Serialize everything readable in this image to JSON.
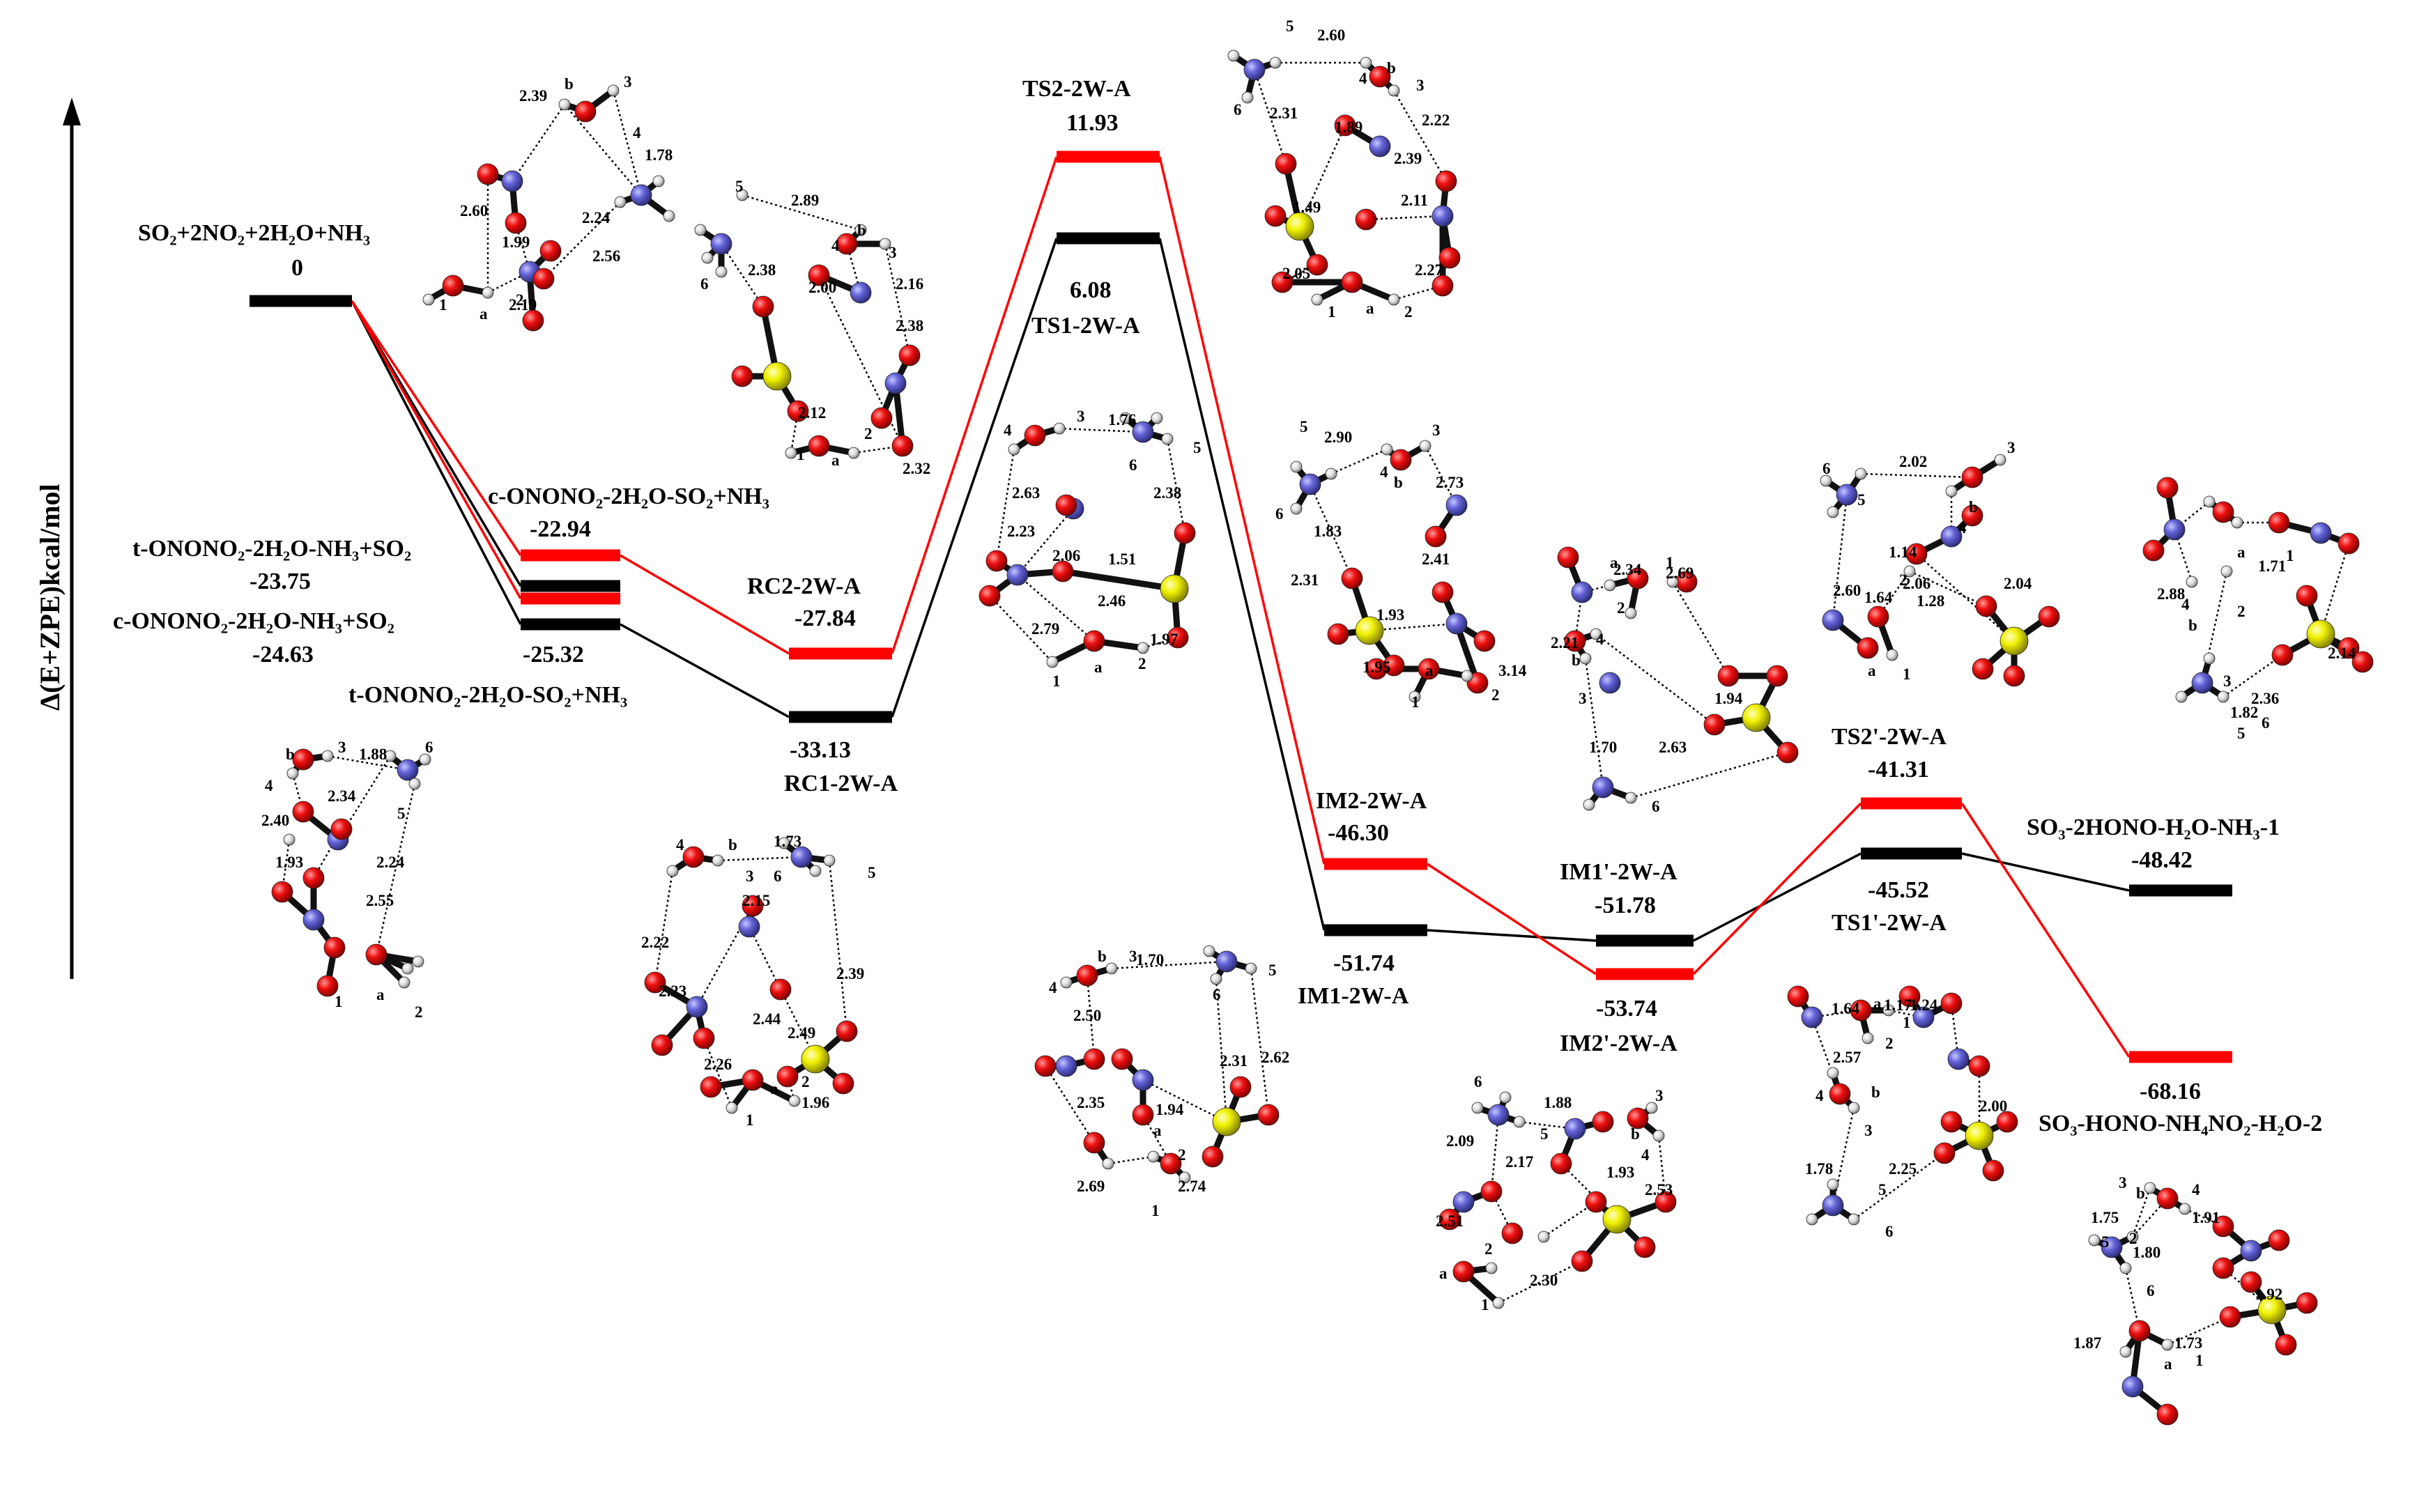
{
  "axis": {
    "ylabel": "Δ(E+ZPE)kcal/mol"
  },
  "colors": {
    "black_path": "#000000",
    "red_path": "#ff0000",
    "O": "#e00000",
    "N": "#5a5ac8",
    "S": "#e6e600",
    "H": "#e0e0e0"
  },
  "levels": [
    {
      "id": "reactants",
      "label": "SO₂+2NO₂+2H₂O+NH₃",
      "energy": "0",
      "color": "black"
    },
    {
      "id": "c1",
      "label": "c-ONONO₂-2H₂O-SO₂+NH₃",
      "energy": "-22.94",
      "color": "red"
    },
    {
      "id": "c2",
      "label": "t-ONONO₂-2H₂O-NH₃+SO₂",
      "energy": "-23.75",
      "color": "black"
    },
    {
      "id": "c3",
      "label": "c-ONONO₂-2H₂O-NH₃+SO₂",
      "energy": "-24.63",
      "color": "red"
    },
    {
      "id": "c4",
      "label": "t-ONONO₂-2H₂O-SO₂+NH₃",
      "energy": "-25.32",
      "color": "black"
    },
    {
      "id": "rc2",
      "label": "RC2-2W-A",
      "energy": "-27.84",
      "color": "red"
    },
    {
      "id": "rc1",
      "label": "RC1-2W-A",
      "energy": "-33.13",
      "color": "black"
    },
    {
      "id": "ts2",
      "label": "TS2-2W-A",
      "energy": "11.93",
      "color": "red"
    },
    {
      "id": "ts1",
      "label": "TS1-2W-A",
      "energy": "6.08",
      "color": "black"
    },
    {
      "id": "im2",
      "label": "IM2-2W-A",
      "energy": "-46.30",
      "color": "red"
    },
    {
      "id": "im1",
      "label": "IM1-2W-A",
      "energy": "-51.74",
      "color": "black"
    },
    {
      "id": "im1p",
      "label": "IM1'-2W-A",
      "energy": "-51.78",
      "color": "black"
    },
    {
      "id": "im2p",
      "label": "IM2'-2W-A",
      "energy": "-53.74",
      "color": "red"
    },
    {
      "id": "ts2p",
      "label": "TS2'-2W-A",
      "energy": "-41.31",
      "color": "red"
    },
    {
      "id": "ts1p",
      "label": "TS1'-2W-A",
      "energy": "-45.52",
      "color": "black"
    },
    {
      "id": "p1",
      "label": "SO₃-2HONO-H₂O-NH₃-1",
      "energy": "-48.42",
      "color": "black"
    },
    {
      "id": "p2",
      "label": "SO₃-HONO-NH₄NO₂-H₂O-2",
      "energy": "-68.16",
      "color": "red"
    }
  ],
  "distances": {
    "s1": [
      "2.39",
      "1.78",
      "2.60",
      "1.99",
      "2.24",
      "2.56",
      "2.19"
    ],
    "s2": [
      "2.89",
      "2.38",
      "2.00",
      "2.16",
      "2.38",
      "2.12",
      "2.32"
    ],
    "s3": [
      "2.60",
      "2.31",
      "1.89",
      "2.22",
      "2.39",
      "1.49",
      "2.11",
      "2.05",
      "2.27"
    ],
    "s4": [
      "1.76",
      "2.63",
      "2.38",
      "2.23",
      "1.51",
      "2.06",
      "2.46",
      "2.79",
      "1.97"
    ],
    "s5": [
      "2.90",
      "2.73",
      "1.83",
      "2.41",
      "2.31",
      "1.93",
      "1.95",
      "3.14"
    ],
    "s6": [
      "2.34",
      "2.69",
      "2.21",
      "1.94",
      "1.70",
      "2.63"
    ],
    "s7": [
      "2.02",
      "1.14",
      "2.06",
      "2.60",
      "1.28",
      "1.64",
      "2.04"
    ],
    "s8": [
      "1.71",
      "2.88",
      "2.14",
      "1.82",
      "2.36"
    ],
    "s9": [
      "1.88",
      "2.34",
      "2.40",
      "1.93",
      "2.24",
      "2.55"
    ],
    "s10": [
      "1.73",
      "2.15",
      "2.22",
      "2.23",
      "2.44",
      "2.39",
      "2.49",
      "2.26",
      "1.96"
    ],
    "s11": [
      "1.70",
      "2.50",
      "2.31",
      "2.62",
      "2.35",
      "1.94",
      "2.69",
      "2.74"
    ],
    "s12": [
      "1.88",
      "2.09",
      "2.17",
      "1.93",
      "2.53",
      "2.51",
      "2.30"
    ],
    "s13": [
      "1.64",
      "1.17",
      "1.24",
      "2.57",
      "2.00",
      "1.78",
      "2.25"
    ],
    "s14": [
      "1.75",
      "1.91",
      "1.80",
      "1.92",
      "1.87",
      "1.73"
    ]
  }
}
